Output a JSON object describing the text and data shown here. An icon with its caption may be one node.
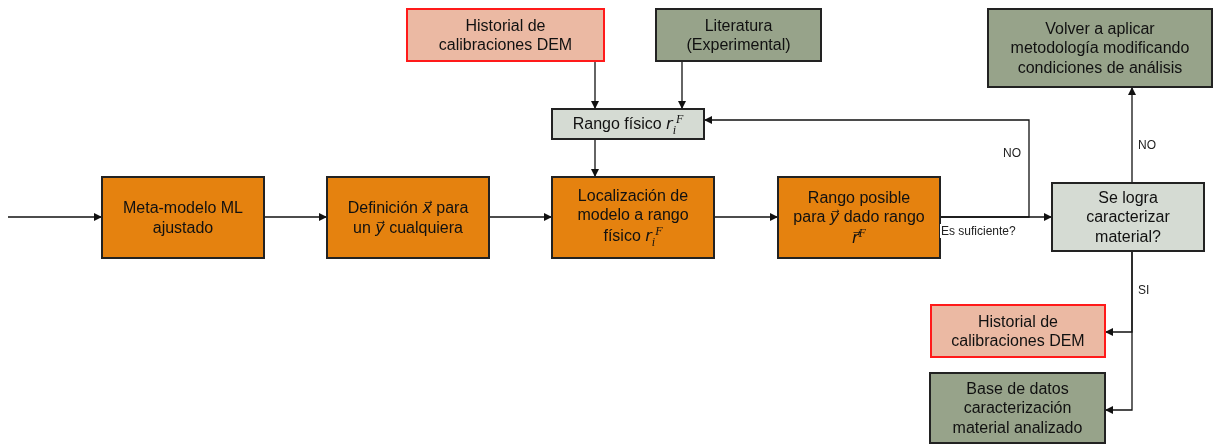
{
  "diagram": {
    "nodes": [
      {
        "text": [
          "Historial de calibraciones DEM"
        ]
      },
      {
        "text": [
          "Literatura (Experimental)"
        ]
      },
      {
        "text": [
          "Volver a aplicar metodología modificando condiciones de análisis"
        ]
      },
      {
        "text": [
          "Rango físico *r*$_{i}$$^{F}$"
        ]
      },
      {
        "text": [
          "Meta-modelo ML ajustado"
        ]
      },
      {
        "text": [
          "Definición *x⃗* para un *y⃗* cualquiera"
        ]
      },
      {
        "text": [
          "Localización de modelo a rango físico *r*$_{i}$$^{F}$"
        ]
      },
      {
        "text": [
          "Rango posible para *y⃗* dado rango *r⃗*$^{F}$"
        ]
      },
      {
        "text": [
          "Se logra caracterizar material?"
        ]
      },
      {
        "text": [
          "Historial de calibraciones DEM"
        ]
      },
      {
        "text": [
          "Base de datos caracterización material analizado"
        ]
      }
    ],
    "edges": [
      {
        "from": null,
        "to": 4,
        "arrow": "to"
      },
      {
        "from": 4,
        "to": 5,
        "arrow": "to"
      },
      {
        "from": 5,
        "to": 6,
        "arrow": "to"
      },
      {
        "from": 6,
        "to": 7,
        "arrow": "to"
      },
      {
        "from": 7,
        "to": 8,
        "arrow": "to",
        "label": "Es suficiente?"
      },
      {
        "from": 7,
        "to": 3,
        "arrow": "to",
        "label": "NO"
      },
      {
        "from": 0,
        "to": 3,
        "arrow": "to"
      },
      {
        "from": 1,
        "to": 3,
        "arrow": "to"
      },
      {
        "from": 3,
        "to": 6,
        "arrow": "to"
      },
      {
        "from": 8,
        "to": 2,
        "arrow": "to",
        "label": "NO"
      },
      {
        "from": 8,
        "to": 9,
        "arrow": "to",
        "label": "SI"
      },
      {
        "from": 8,
        "to": 10,
        "arrow": "to"
      }
    ]
  }
}
